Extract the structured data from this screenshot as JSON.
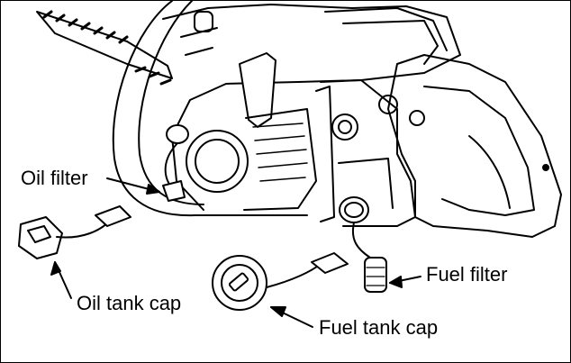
{
  "labels": {
    "oil_filter": "Oil filter",
    "oil_tank_cap": "Oil tank cap",
    "fuel_filter": "Fuel filter",
    "fuel_tank_cap": "Fuel tank cap"
  }
}
